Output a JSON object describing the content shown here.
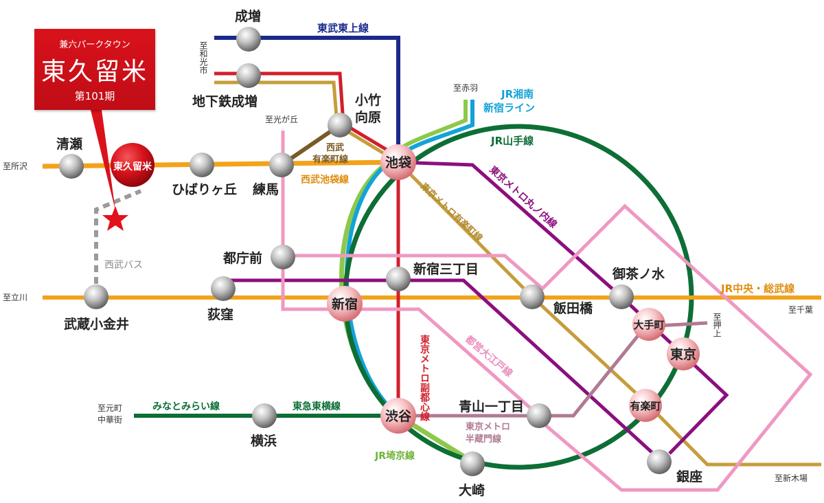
{
  "property": {
    "brand": "兼六パークタウン",
    "name": "東久留米",
    "phase": "第101期"
  },
  "stations": {
    "narimasu": "成増",
    "chikatetsu_narimasu": "地下鉄成増",
    "kotake_a": "小竹",
    "kotake_b": "向原",
    "kiyose": "清瀬",
    "higashikurume": "東久留米",
    "hibarigaoka": "ひばりヶ丘",
    "nerima": "練馬",
    "ikebukuro": "池袋",
    "tochomae": "都庁前",
    "shinjuku_sanchome": "新宿三丁目",
    "ochanomizu": "御茶ノ水",
    "musashikoganei": "武蔵小金井",
    "ogikubo": "荻窪",
    "shinjuku": "新宿",
    "iidabashi": "飯田橋",
    "otemachi": "大手町",
    "tokyo": "東京",
    "yurakucho": "有楽町",
    "aoyama": "青山一丁目",
    "shibuya": "渋谷",
    "yokohama": "横浜",
    "osaki": "大崎",
    "ginza": "銀座"
  },
  "lines": {
    "tobu_tojo": "東武東上線",
    "jr_shonan": [
      "JR湘南",
      "新宿ライン"
    ],
    "jr_yamanote": "JR山手線",
    "seibu_yurakucho": [
      "西武",
      "有楽町線"
    ],
    "seibu_ikebukuro": "西武池袋線",
    "marunouchi": "東京メトロ丸ノ内線",
    "metro_yurakucho": "東京メトロ有楽町線",
    "jr_chuo": "JR中央・総武線",
    "fukutoshin": "東京メトロ副都心線",
    "oedo": "都営大江戸線",
    "minatomirai": "みなとみらい線",
    "toyoko": "東急東横線",
    "hanzomon": [
      "東京メトロ",
      "半蔵門線"
    ],
    "saikyo": "JR埼京線",
    "seibu_bus": "西武バス"
  },
  "directions": {
    "wakoshi": "至和光市",
    "akabane": "至赤羽",
    "hikarigaoka": "至光が丘",
    "tokorozawa": "至所沢",
    "tachikawa": "至立川",
    "chiba": "至千葉",
    "oshiage": "至押上",
    "motomachi": [
      "至元町",
      "中華街"
    ],
    "shinkiba": "至新木場"
  },
  "colors": {
    "seibu_ikebukuro": "#f2a31b",
    "jr_chuo": "#f2a31b",
    "tobu_tojo": "#1a2a8c",
    "yurakucho": "#c59d3c",
    "seibu_yurakucho": "#7a5a26",
    "fukutoshin": "#d21f2b",
    "yamanote": "#0d6e36",
    "saikyo": "#8cc84b",
    "shonan": "#13a3d8",
    "marunouchi": "#8b0f7e",
    "oedo": "#ef98c2",
    "hanzomon": "#b07a94",
    "toyoko": "#0d6e36",
    "bus": "#9a9a9a",
    "brand": "#d9121b"
  }
}
